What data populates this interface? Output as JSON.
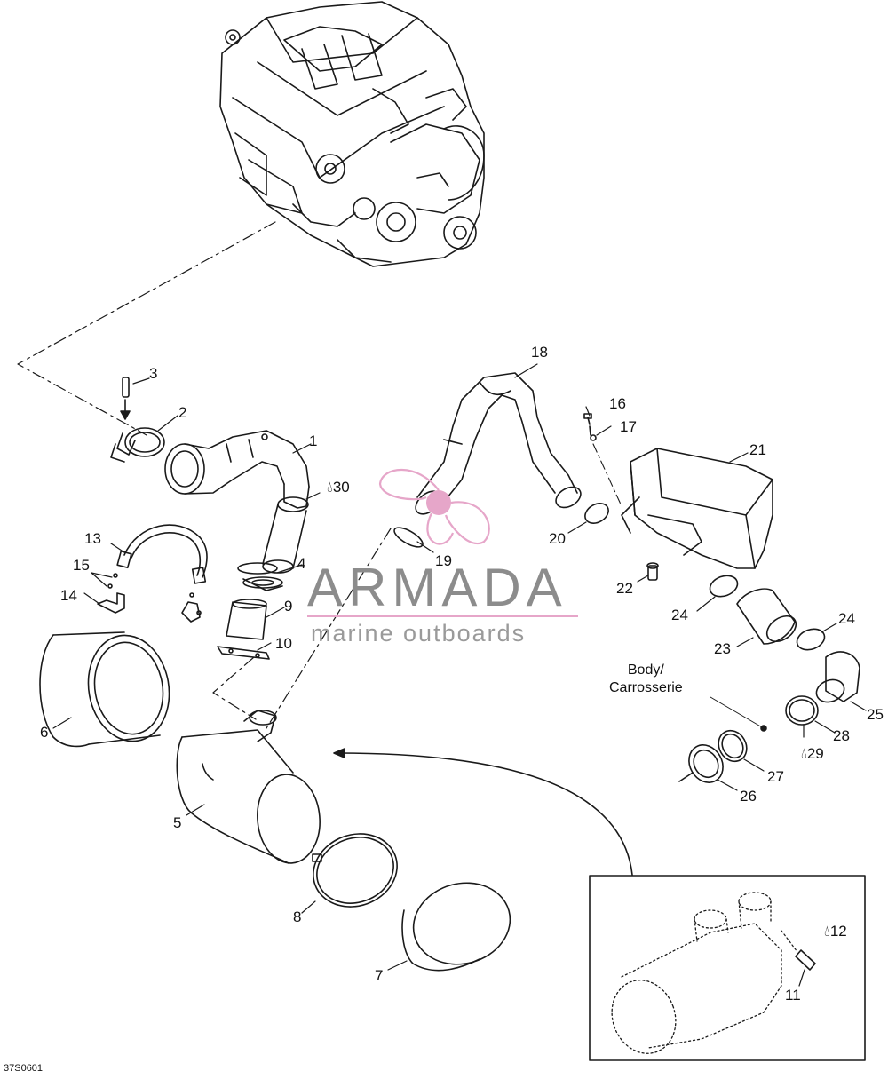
{
  "diagram": {
    "callouts": [
      {
        "id": "c1",
        "text": "1"
      },
      {
        "id": "c2",
        "text": "2"
      },
      {
        "id": "c3",
        "text": "3"
      },
      {
        "id": "c4",
        "text": "4"
      },
      {
        "id": "c5",
        "text": "5"
      },
      {
        "id": "c6",
        "text": "6"
      },
      {
        "id": "c7",
        "text": "7"
      },
      {
        "id": "c8",
        "text": "8"
      },
      {
        "id": "c9",
        "text": "9"
      },
      {
        "id": "c10",
        "text": "10"
      },
      {
        "id": "c11",
        "text": "11"
      },
      {
        "id": "c12",
        "text": "12"
      },
      {
        "id": "c13",
        "text": "13"
      },
      {
        "id": "c14",
        "text": "14"
      },
      {
        "id": "c15",
        "text": "15"
      },
      {
        "id": "c16",
        "text": "16"
      },
      {
        "id": "c17",
        "text": "17"
      },
      {
        "id": "c18",
        "text": "18"
      },
      {
        "id": "c19",
        "text": "19"
      },
      {
        "id": "c20",
        "text": "20"
      },
      {
        "id": "c21",
        "text": "21"
      },
      {
        "id": "c22",
        "text": "22"
      },
      {
        "id": "c23",
        "text": "23"
      },
      {
        "id": "c24a",
        "text": "24"
      },
      {
        "id": "c24b",
        "text": "24"
      },
      {
        "id": "c25",
        "text": "25"
      },
      {
        "id": "c26",
        "text": "26"
      },
      {
        "id": "c27",
        "text": "27"
      },
      {
        "id": "c28",
        "text": "28"
      },
      {
        "id": "c29",
        "text": "29"
      },
      {
        "id": "c30",
        "text": "30"
      }
    ],
    "body_note_line1": "Body/",
    "body_note_line2": "Carrosserie",
    "drawing_code": "37S0601"
  },
  "watermark": {
    "brand": "ARMADA",
    "tagline": "marine outboards",
    "accent_color": "#d63c8f"
  },
  "colors": {
    "line": "#1a1a1a",
    "background": "#ffffff"
  }
}
